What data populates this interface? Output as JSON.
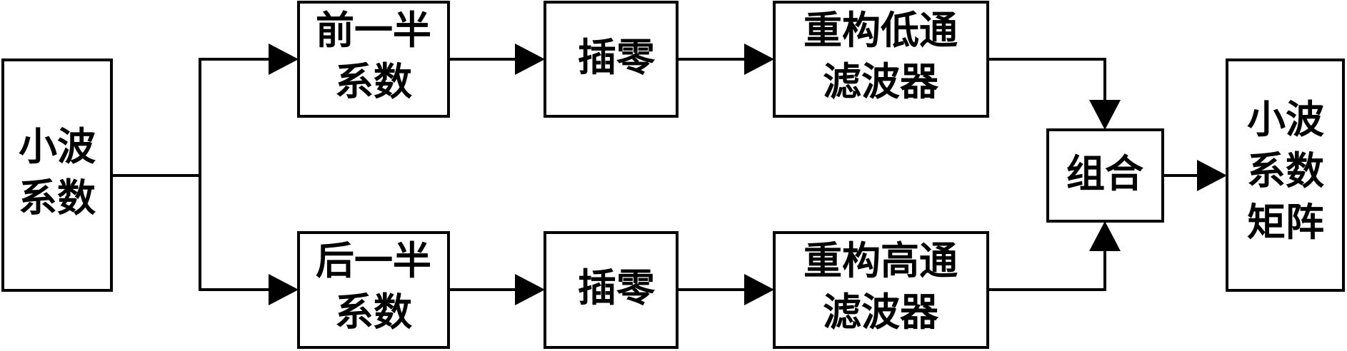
{
  "nodes": {
    "wavelet_coeffs": {
      "lines": [
        "小波",
        "系数"
      ]
    },
    "first_half": {
      "lines": [
        "前一半",
        "系数"
      ]
    },
    "second_half": {
      "lines": [
        "后一半",
        "系数"
      ]
    },
    "insert_zero_top": {
      "lines": [
        "插零"
      ]
    },
    "insert_zero_bottom": {
      "lines": [
        "插零"
      ]
    },
    "lowpass_filter": {
      "lines": [
        "重构低通",
        "滤波器"
      ]
    },
    "highpass_filter": {
      "lines": [
        "重构高通",
        "滤波器"
      ]
    },
    "combine": {
      "lines": [
        "组合"
      ]
    },
    "coeff_matrix": {
      "lines": [
        "小波",
        "系数",
        "矩阵"
      ]
    }
  },
  "edges": [
    {
      "from": "wavelet_coeffs",
      "to": "first_half"
    },
    {
      "from": "wavelet_coeffs",
      "to": "second_half"
    },
    {
      "from": "first_half",
      "to": "insert_zero_top"
    },
    {
      "from": "second_half",
      "to": "insert_zero_bottom"
    },
    {
      "from": "insert_zero_top",
      "to": "lowpass_filter"
    },
    {
      "from": "insert_zero_bottom",
      "to": "highpass_filter"
    },
    {
      "from": "lowpass_filter",
      "to": "combine"
    },
    {
      "from": "highpass_filter",
      "to": "combine"
    },
    {
      "from": "combine",
      "to": "coeff_matrix"
    }
  ]
}
